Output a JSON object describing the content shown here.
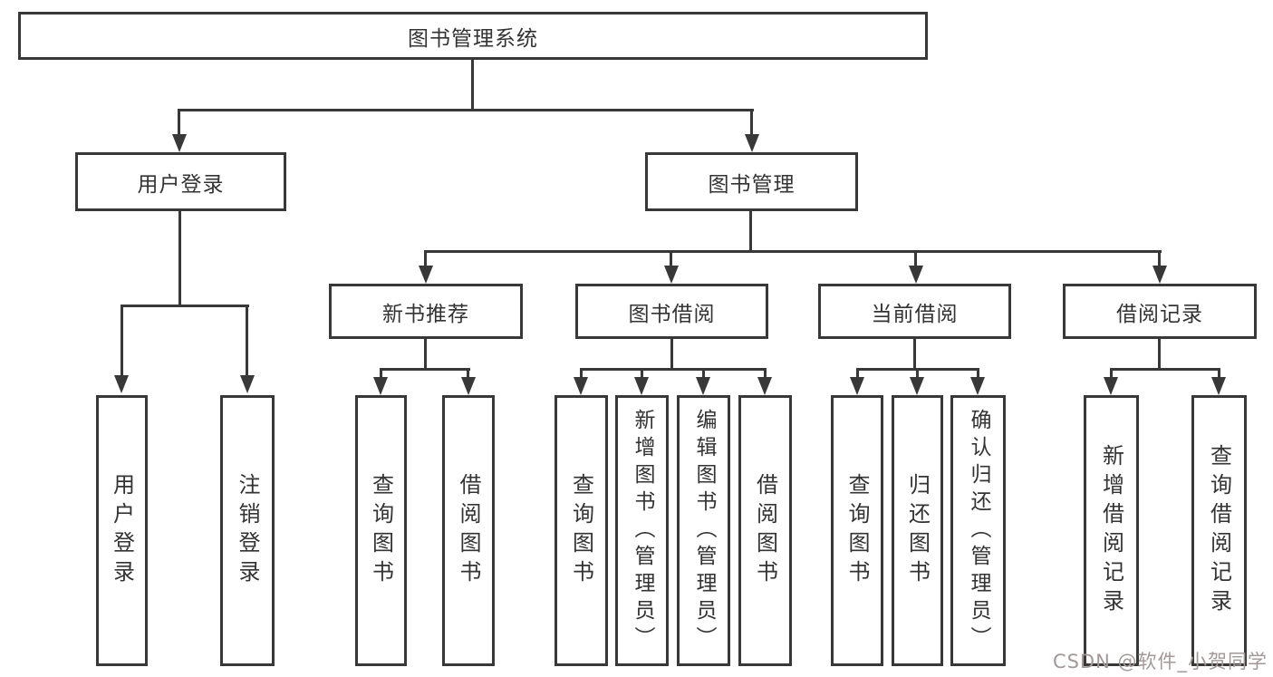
{
  "colors": {
    "line": "#383838",
    "text": "#333333",
    "background": "#ffffff"
  },
  "watermark": {
    "text": "CSDN @软件_小贺同学",
    "color": "#a39898"
  },
  "tree": {
    "root": "图书管理系统",
    "level2": {
      "user_login": "用户登录",
      "book_management": "图书管理"
    },
    "user_login_children": {
      "login": "用户登录",
      "logout": "注销登录"
    },
    "book_management_children": {
      "new_book": "新书推荐",
      "borrowing": "图书借阅",
      "current": "当前借阅",
      "records": "借阅记录"
    },
    "new_book_children": {
      "query": "查询图书",
      "borrow": "借阅图书"
    },
    "borrowing_children": {
      "query": "查询图书",
      "add": "新增图书（管理员）",
      "edit": "编辑图书（管理员）",
      "borrow": "借阅图书"
    },
    "current_children": {
      "query": "查询图书",
      "return": "归还图书",
      "confirm": "确认归还（管理员）"
    },
    "records_children": {
      "add": "新增借阅记录",
      "query": "查询借阅记录"
    }
  }
}
